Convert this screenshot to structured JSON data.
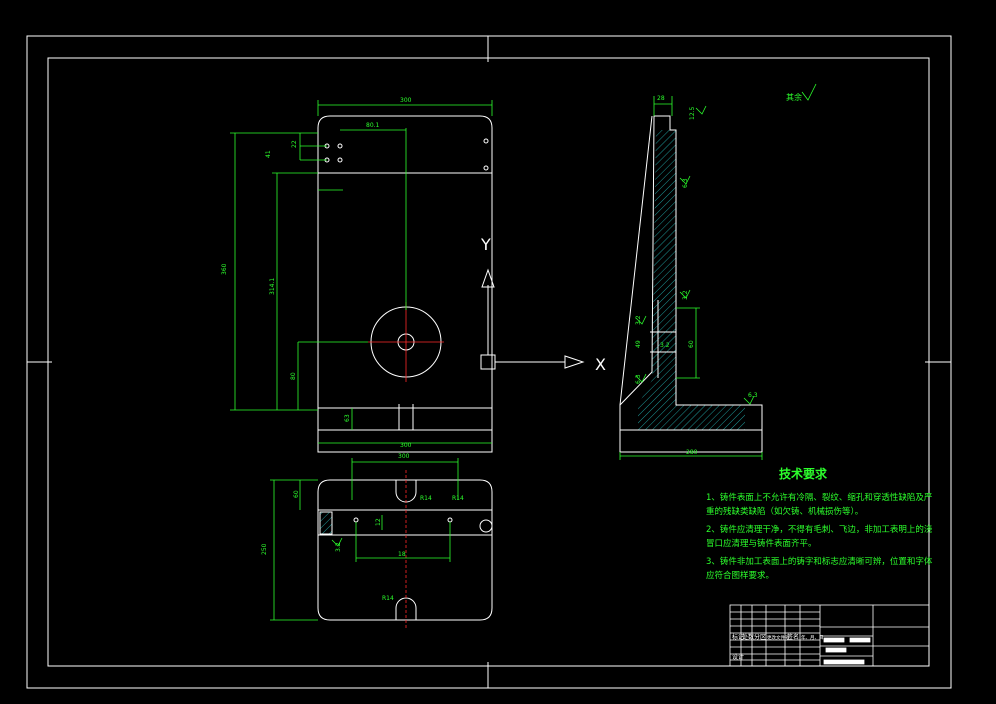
{
  "colors": {
    "background": "#000000",
    "outline": "#ffffff",
    "dimension": "#2cff2c",
    "centerline": "#ff2a2a",
    "hatch": "#2bd9d9"
  },
  "front_view": {
    "width_dim": "300",
    "hole_spacing_dim": "80.1",
    "height_dim": "360",
    "inner_height_dim": "314.1",
    "boss_offset_dim": "80",
    "left_small_dims": [
      "22",
      "41"
    ],
    "bottom_dim": "63",
    "bottom_width_dim": "300"
  },
  "side_view": {
    "top_dim": "28",
    "roughness_marks": [
      "12.5",
      "6.3",
      "3.2",
      "3.2",
      "6.3",
      "6.3",
      "3.2"
    ],
    "hole_dims": [
      "49",
      "60"
    ],
    "base_dim": "280"
  },
  "top_view": {
    "width_dim": "300",
    "left_dim": "60",
    "depth_dim": "250",
    "slot_dims": [
      "R14",
      "R14",
      "R14"
    ],
    "hole_dims": [
      "12",
      "18"
    ],
    "roughness": "3.2"
  },
  "ucs": {
    "x_label": "X",
    "y_label": "Y"
  },
  "surface_finish": "其余",
  "tech_requirements": {
    "title": "技术要求",
    "items": [
      "1、铸件表面上不允许有冷隔、裂纹、缩孔和穿透性缺陷及严",
      "重的残缺类缺陷（如欠铸、机械损伤等）。",
      "2、铸件应清理干净，不得有毛刺、飞边，非加工表明上的浇",
      "冒口应清理与铸件表面齐平。",
      "3、铸件非加工表面上的铸字和标志应清晰可辨，位置和字体",
      "应符合图样要求。"
    ]
  },
  "title_block": {
    "row_labels": [
      "标记",
      "处数",
      "分区",
      "更改文件号",
      "签名",
      "年、月、日"
    ],
    "design_label": "设计"
  }
}
